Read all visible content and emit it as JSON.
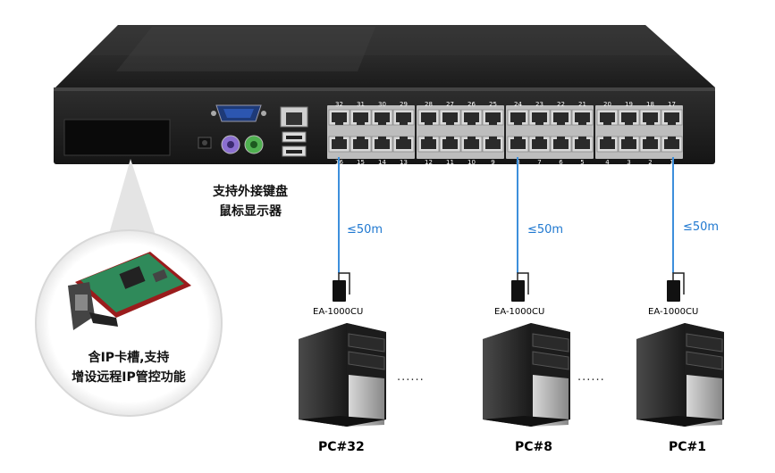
{
  "device": {
    "top_port_numbers": [
      "32",
      "31",
      "30",
      "29",
      "28",
      "27",
      "26",
      "25",
      "24",
      "23",
      "22",
      "21",
      "20",
      "19",
      "18",
      "17"
    ],
    "bottom_port_numbers": [
      "16",
      "15",
      "14",
      "13",
      "12",
      "11",
      "10",
      "9",
      "8",
      "7",
      "6",
      "5",
      "4",
      "3",
      "2",
      "1"
    ]
  },
  "features": {
    "external_console_line1": "支持外接键盘",
    "external_console_line2": "鼠标显示器",
    "ip_card_line1": "含IP卡槽,支持",
    "ip_card_line2": "增设远程IP管控功能"
  },
  "connections": [
    {
      "distance": "≤50m",
      "adapter": "EA-1000CU",
      "pc": "PC#32"
    },
    {
      "distance": "≤50m",
      "adapter": "EA-1000CU",
      "pc": "PC#8"
    },
    {
      "distance": "≤50m",
      "adapter": "EA-1000CU",
      "pc": "PC#1"
    }
  ],
  "ellipsis": "......",
  "colors": {
    "cable": "#3d8fdc",
    "chassis": "#2a2a2a",
    "port": "#d9d9d9"
  }
}
